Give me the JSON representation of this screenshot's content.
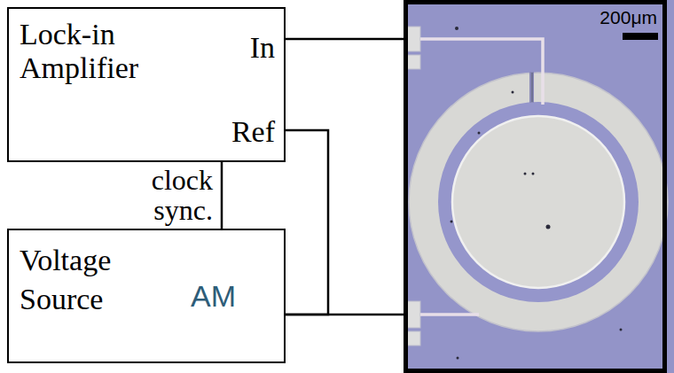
{
  "diagram": {
    "nodes": [
      {
        "text": [
          "Lock-in Amplifier",
          "In",
          "Ref"
        ]
      },
      {
        "text": [
          "Voltage Source",
          "AM"
        ]
      },
      {
        "text": [
          "200μm"
        ]
      }
    ],
    "edges": [
      {
        "from": 0,
        "to": 2,
        "arrow": "none"
      },
      {
        "from": 1,
        "to": 0,
        "arrow": "none"
      },
      {
        "from": 0,
        "to": 1,
        "label": "clock sync.",
        "arrow": "none"
      },
      {
        "from": 1,
        "to": 2,
        "arrow": "none"
      }
    ]
  }
}
